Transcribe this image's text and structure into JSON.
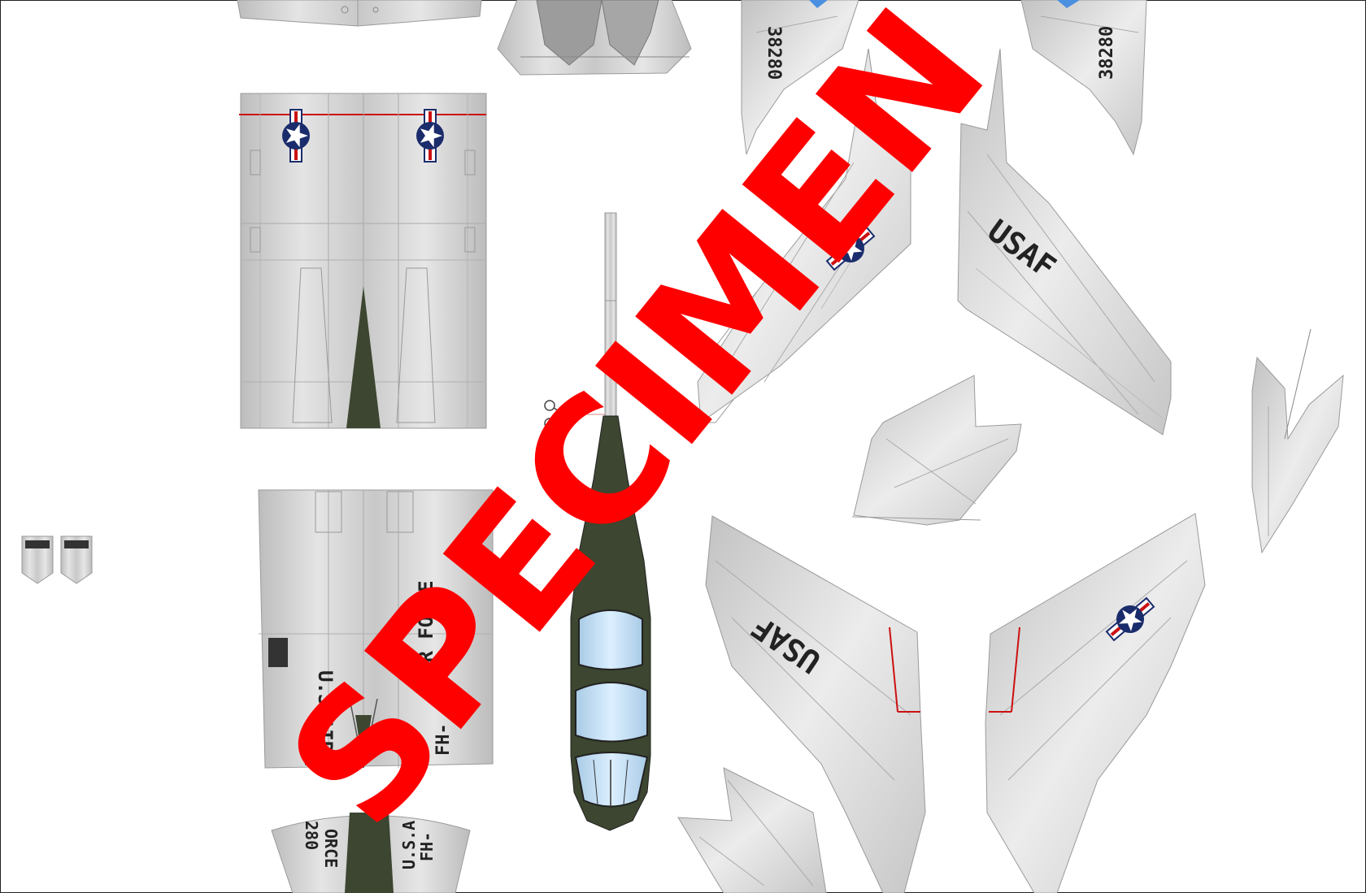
{
  "watermark": "SPECIMEN",
  "serial": "38280",
  "wing_marking": "USAF",
  "fuselage_marking_1": "U.S.AIR F",
  "fuselage_marking_2": "IR FORCE",
  "buzz_code": "FH-",
  "nose_marking_1": "ORCE",
  "nose_marking_2": "280",
  "nose_marking_3": "U.S.A",
  "nose_marking_4": "FH-",
  "colors": {
    "metal": "#d4d4d4",
    "panel_line": "#9a9a9a",
    "olive_drab": "#3c4630",
    "canopy": "#bcd9f0",
    "insignia_blue": "#1a2c6b",
    "insignia_red": "#cc1111",
    "watermark_red": "#ff0000"
  }
}
